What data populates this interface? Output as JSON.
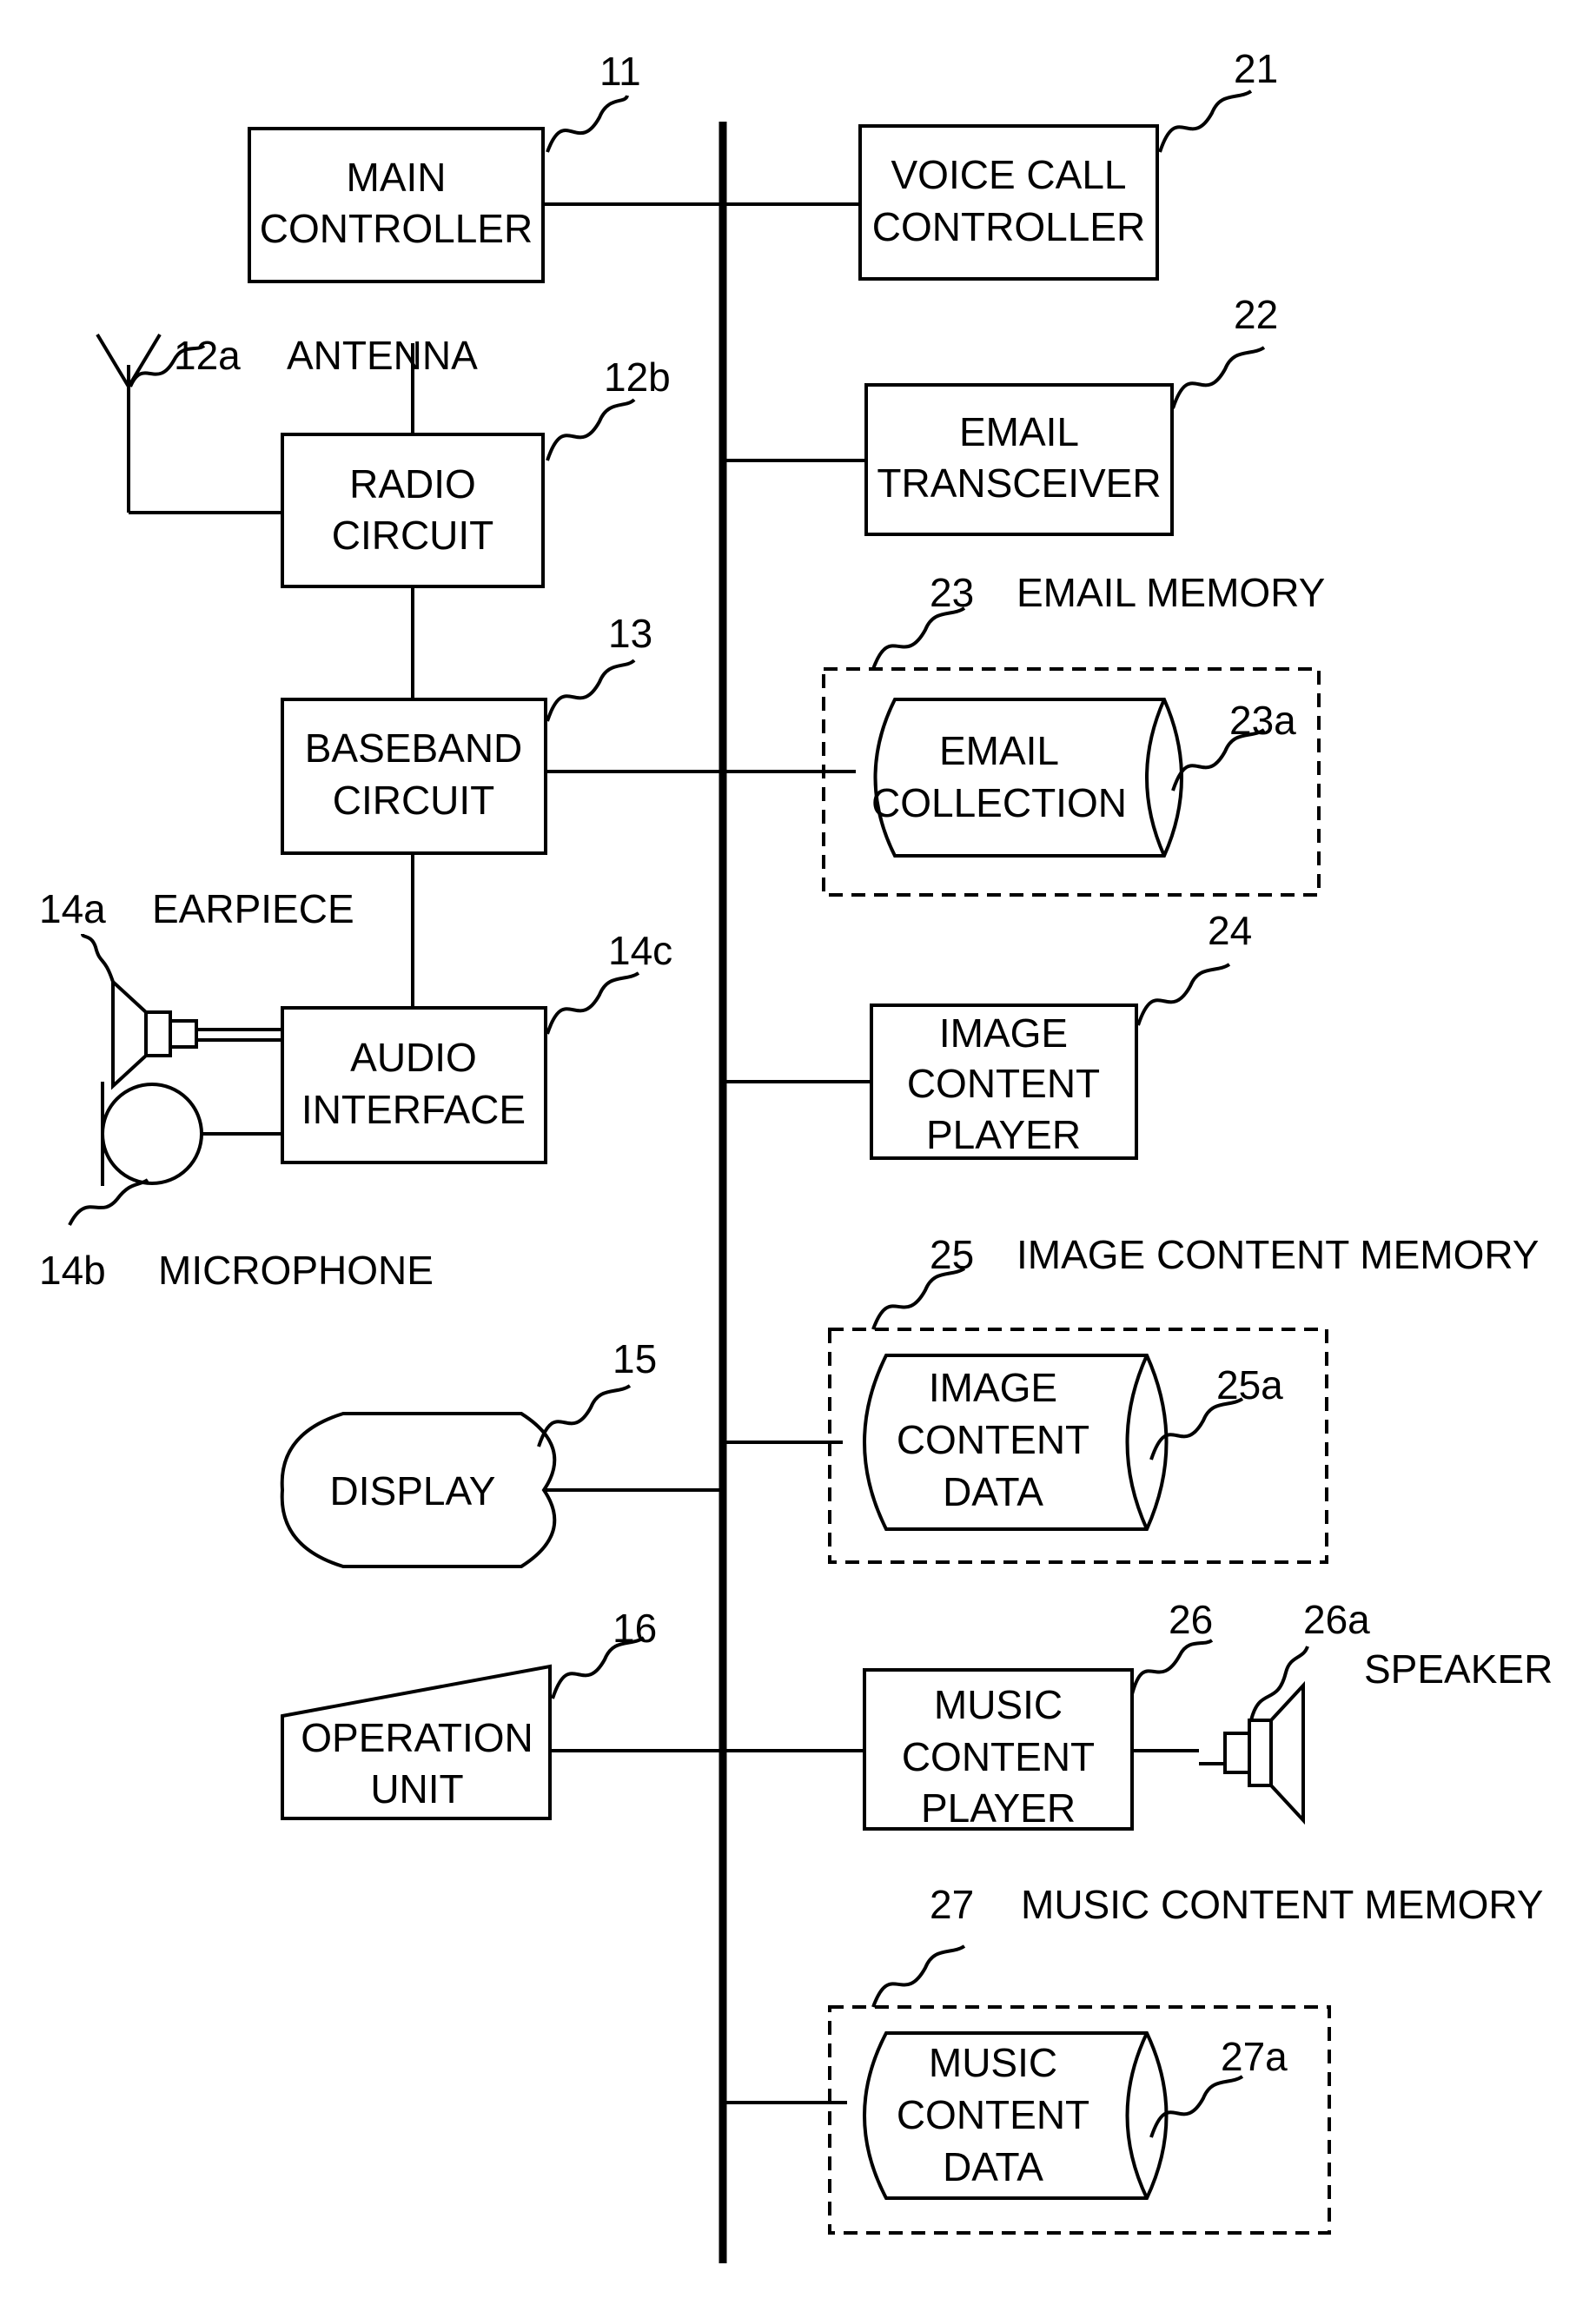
{
  "blocks": {
    "main_controller": {
      "ref": "11",
      "lines": [
        "MAIN",
        "CONTROLLER"
      ]
    },
    "antenna": {
      "ref": "12a",
      "label": "ANTENNA"
    },
    "radio_circuit": {
      "ref": "12b",
      "lines": [
        "RADIO",
        "CIRCUIT"
      ]
    },
    "baseband_circuit": {
      "ref": "13",
      "lines": [
        "BASEBAND",
        "CIRCUIT"
      ]
    },
    "earpiece": {
      "ref": "14a",
      "label": "EARPIECE"
    },
    "microphone": {
      "ref": "14b",
      "label": "MICROPHONE"
    },
    "audio_interface": {
      "ref": "14c",
      "lines": [
        "AUDIO",
        "INTERFACE"
      ]
    },
    "display": {
      "ref": "15",
      "lines": [
        "DISPLAY"
      ]
    },
    "operation_unit": {
      "ref": "16",
      "lines": [
        "OPERATION",
        "UNIT"
      ]
    },
    "voice_call_controller": {
      "ref": "21",
      "lines": [
        "VOICE CALL",
        "CONTROLLER"
      ]
    },
    "email_transceiver": {
      "ref": "22",
      "lines": [
        "EMAIL",
        "TRANSCEIVER"
      ]
    },
    "email_memory": {
      "ref": "23",
      "label": "EMAIL MEMORY"
    },
    "email_collection": {
      "ref": "23a",
      "lines": [
        "EMAIL",
        "COLLECTION"
      ]
    },
    "image_content_player": {
      "ref": "24",
      "lines": [
        "IMAGE",
        "CONTENT",
        "PLAYER"
      ]
    },
    "image_content_memory": {
      "ref": "25",
      "label": "IMAGE CONTENT MEMORY"
    },
    "image_content_data": {
      "ref": "25a",
      "lines": [
        "IMAGE",
        "CONTENT",
        "DATA"
      ]
    },
    "music_content_player": {
      "ref": "26",
      "lines": [
        "MUSIC",
        "CONTENT",
        "PLAYER"
      ]
    },
    "speaker": {
      "ref": "26a",
      "label": "SPEAKER"
    },
    "music_content_memory": {
      "ref": "27",
      "label": "MUSIC CONTENT MEMORY"
    },
    "music_content_data": {
      "ref": "27a",
      "lines": [
        "MUSIC",
        "CONTENT",
        "DATA"
      ]
    }
  }
}
